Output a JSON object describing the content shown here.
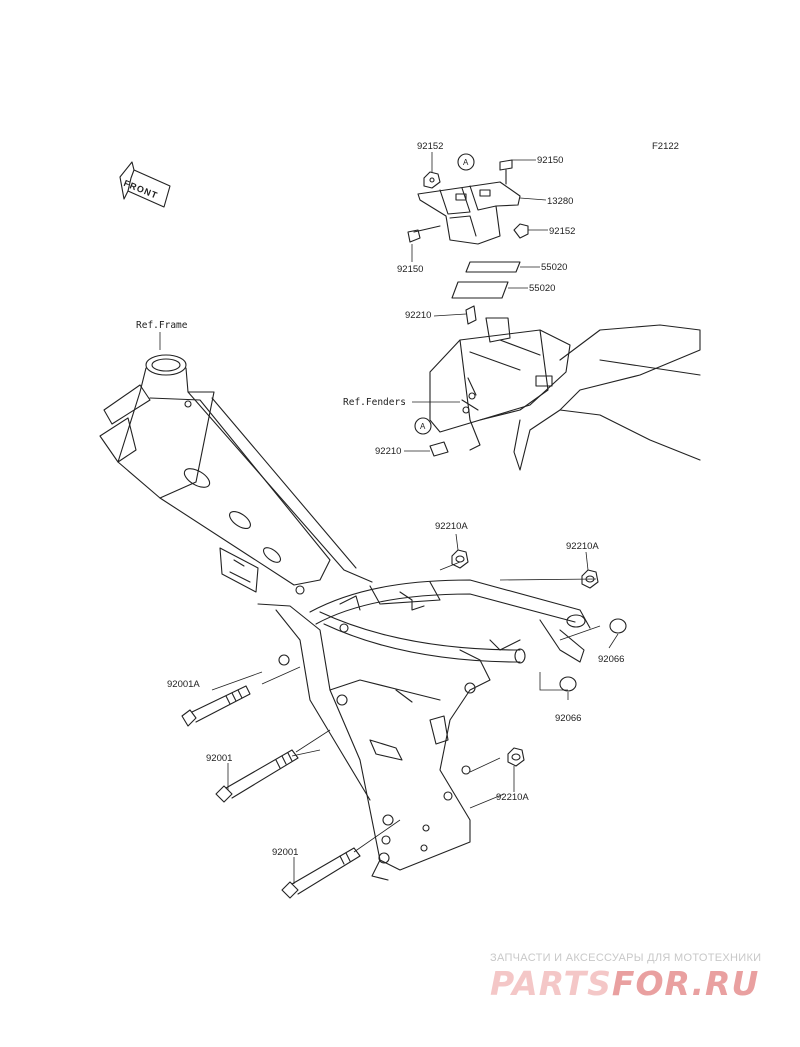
{
  "diagram_code": "F2122",
  "front_arrow_label": "FRONT",
  "ref_labels": {
    "frame": "Ref.Frame",
    "fenders": "Ref.Fenders"
  },
  "callout_marker": "A",
  "part_labels": {
    "p92152_top": "92152",
    "p92150_top": "92150",
    "p13280": "13280",
    "p92152_mid": "92152",
    "p92150_left": "92150",
    "p55020_a": "55020",
    "p55020_b": "55020",
    "p92210_top": "92210",
    "p92210_bot": "92210",
    "p92210A_a": "92210A",
    "p92210A_b": "92210A",
    "p92210A_c": "92210A",
    "p92066_a": "92066",
    "p92066_b": "92066",
    "p92001A": "92001A",
    "p92001_a": "92001",
    "p92001_b": "92001"
  },
  "watermark": {
    "tagline": "ЗАПЧАСТИ И АКСЕССУАРЫ ДЛЯ МОТОТЕХНИКИ",
    "brand_a": "PARTS",
    "brand_b": "FOR.RU"
  }
}
